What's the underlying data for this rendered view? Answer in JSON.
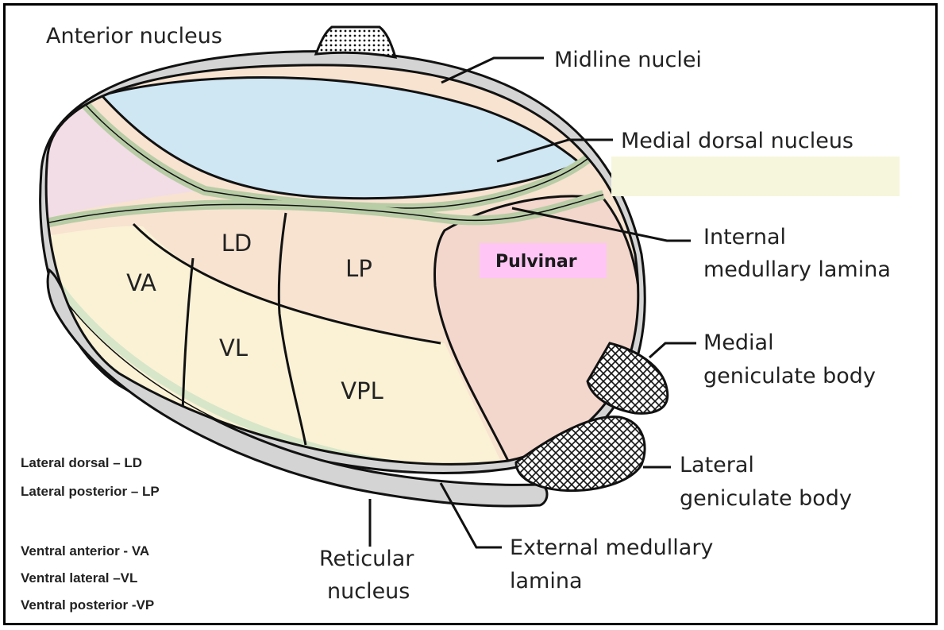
{
  "labels": {
    "anterior_nucleus": "Anterior nucleus",
    "midline_nuclei": "Midline nuclei",
    "medial_dorsal_nucleus": "Medial dorsal nucleus",
    "internal_lamina_1": "Internal",
    "internal_lamina_2": "medullary lamina",
    "medial_geniculate_1": "Medial",
    "medial_geniculate_2": "geniculate body",
    "lateral_geniculate_1": "Lateral",
    "lateral_geniculate_2": "geniculate body",
    "external_lamina_1": "External medullary",
    "external_lamina_2": "lamina",
    "reticular_1": "Reticular",
    "reticular_2": "nucleus"
  },
  "regions": {
    "ld": "LD",
    "lp": "LP",
    "va": "VA",
    "vl": "VL",
    "vpl": "VPL",
    "pulvinar": "Pulvinar"
  },
  "legend": [
    "Lateral dorsal – LD",
    "Lateral posterior – LP",
    "Ventral anterior - VA",
    "Ventral lateral –VL",
    "Ventral posterior -VP"
  ],
  "colors": {
    "anterior": "#f2dde6",
    "medial_dorsal": "#cfe6f3",
    "lateral_upper": "#f7e3d0",
    "ventral": "#fbf2d6",
    "pulvinar": "#f3d6cc",
    "lamina": "#d7e6c8",
    "capsule": "#d4d4d4",
    "highlight_pink": "#ffc6f5",
    "highlight_yellow": "#f6f6dc"
  }
}
